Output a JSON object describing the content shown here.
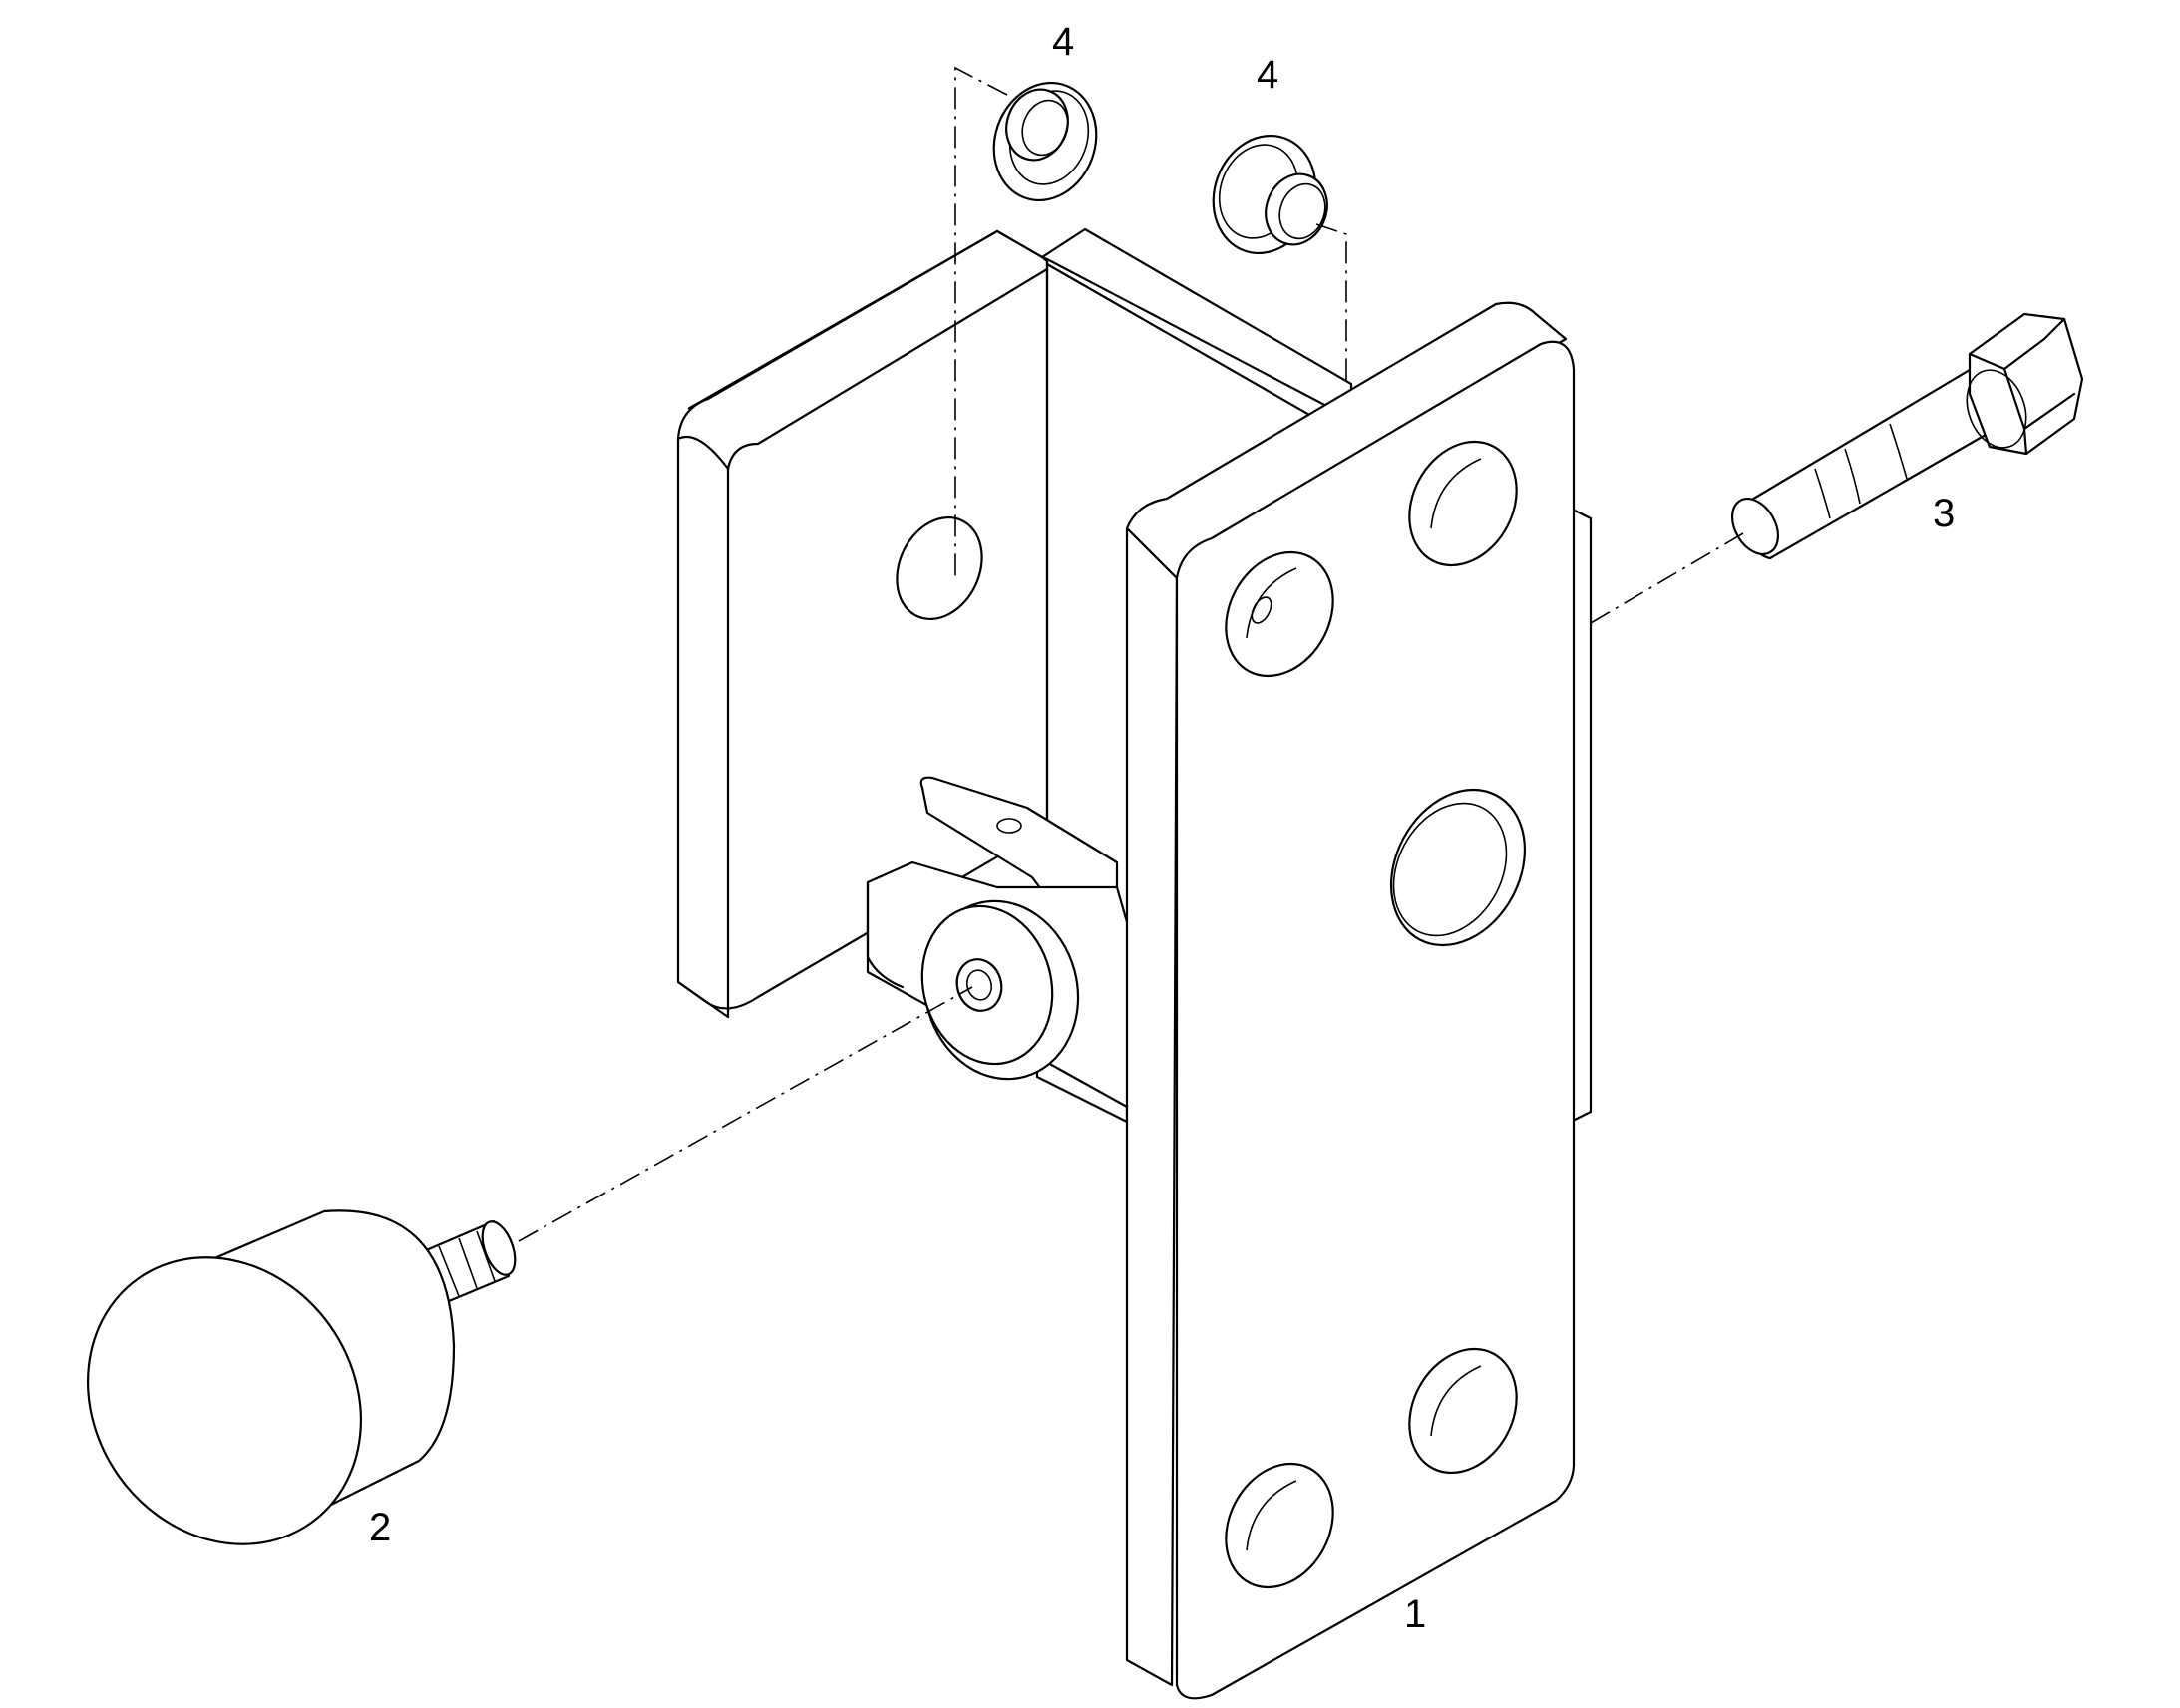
{
  "callouts": {
    "part_1": "1",
    "part_2": "2",
    "part_3": "3",
    "part_4a": "4",
    "part_4b": "4"
  },
  "colors": {
    "line": "#000000",
    "background": "#ffffff"
  }
}
